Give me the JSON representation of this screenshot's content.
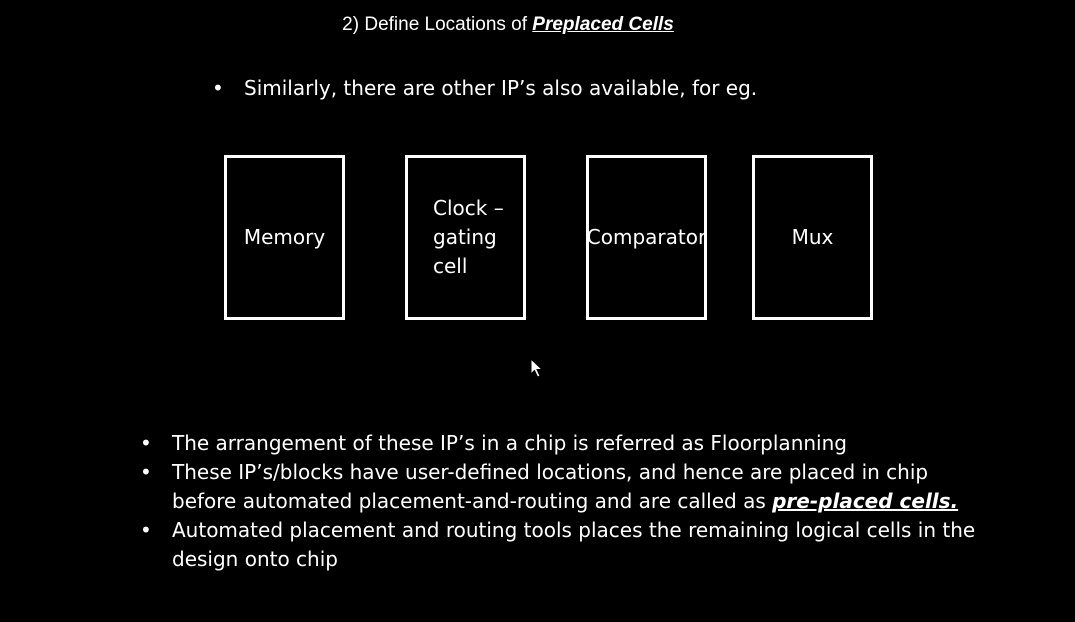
{
  "slide": {
    "title_prefix": "2) Define Locations of ",
    "title_emphasis": "Preplaced Cells",
    "intro": "Similarly, there are other IP’s also available, for eg."
  },
  "blocks": [
    {
      "lines": [
        "Memory"
      ]
    },
    {
      "lines": [
        "Clock –",
        "gating",
        "cell"
      ]
    },
    {
      "lines": [
        "Comparator"
      ]
    },
    {
      "lines": [
        "Mux"
      ]
    }
  ],
  "bullets": [
    {
      "text": "The arrangement of these IP’s in a chip is referred  as Floorplanning"
    },
    {
      "line1": "These IP’s/blocks have user-defined locations, and hence are placed in chip",
      "line2_prefix": "before automated placement-and-routing and are called as ",
      "line2_emphasis": "pre-placed cells."
    },
    {
      "line1": "Automated placement and routing tools places the remaining logical cells in the",
      "line2": "design onto chip"
    }
  ],
  "icons": {
    "pointer": "mouse-pointer-icon"
  },
  "colors": {
    "background": "#000000",
    "foreground": "#ffffff"
  }
}
